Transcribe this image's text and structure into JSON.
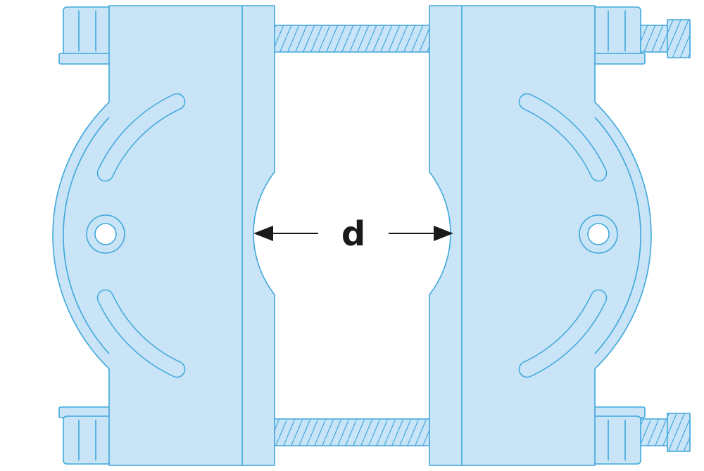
{
  "diagram": {
    "dimension_label": "d",
    "colors": {
      "body_fill": "#c8e4f6",
      "line": "#3fa7dc",
      "dimension": "#1a1a1a",
      "background": "#ffffff"
    },
    "parts": [
      "left-bearing-half",
      "right-bearing-half",
      "top-threaded-rod",
      "bottom-threaded-rod",
      "hex-bolt",
      "center-bore"
    ]
  }
}
